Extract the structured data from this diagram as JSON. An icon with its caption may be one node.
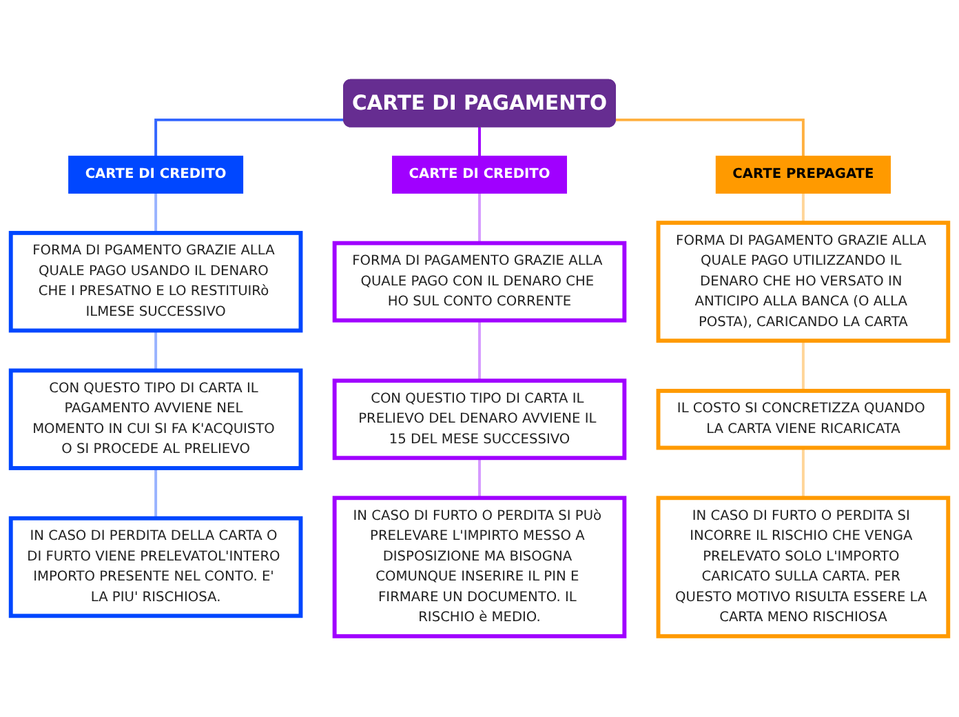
{
  "diagram": {
    "nodes": [
      {
        "text": [
          "CARTE DI PAGAMENTO"
        ]
      },
      {
        "text": [
          "CARTE DI CREDITO"
        ]
      },
      {
        "text": [
          "FORMA DI PGAMENTO GRAZIE ALLA QUALE PAGO USANDO IL DENARO CHE I PRESATNO E LO RESTITUIRò ILMESE SUCCESSIVO"
        ]
      },
      {
        "text": [
          "CON QUESTO TIPO DI CARTA IL PAGAMENTO AVVIENE NEL MOMENTO IN CUI SI FA K'ACQUISTO O SI PROCEDE AL PRELIEVO"
        ]
      },
      {
        "text": [
          "IN CASO DI PERDITA DELLA CARTA O DI FURTO VIENE PRELEVATOL'INTERO IMPORTO PRESENTE NEL CONTO. E' LA PIU' RISCHIOSA."
        ]
      },
      {
        "text": [
          "CARTE DI CREDITO"
        ]
      },
      {
        "text": [
          "FORMA DI PAGAMENTO GRAZIE ALLA QUALE PAGO CON IL DENARO CHE HO SUL CONTO CORRENTE"
        ]
      },
      {
        "text": [
          "CON QUESTIO TIPO DI CARTA IL PRELIEVO DEL DENARO AVVIENE IL 15 DEL MESE SUCCESSIVO"
        ]
      },
      {
        "text": [
          "IN CASO DI FURTO O PERDITA SI PUò PRELEVARE L'IMPIRTO MESSO A DISPOSIZIONE MA BISOGNA COMUNQUE INSERIRE IL PIN E FIRMARE UN DOCUMENTO. IL RISCHIO è MEDIO."
        ]
      },
      {
        "text": [
          "CARTE PREPAGATE"
        ]
      },
      {
        "text": [
          "FORMA DI PAGAMENTO GRAZIE ALLA QUALE PAGO UTILIZZANDO IL DENARO CHE HO VERSATO IN ANTICIPO ALLA BANCA (O ALLA POSTA), CARICANDO LA CARTA"
        ]
      },
      {
        "text": [
          "IL COSTO SI CONCRETIZZA QUANDO LA CARTA VIENE RICARICATA"
        ]
      },
      {
        "text": [
          "IN CASO DI FURTO O PERDITA SI INCORRE IL RISCHIO CHE VENGA PRELEVATO SOLO L'IMPORTO CARICATO SULLA CARTA. PER QUESTO MOTIVO RISULTA ESSERE LA CARTA MENO RISCHIOSA"
        ]
      }
    ],
    "edges": [
      {
        "from": 0,
        "to": 1,
        "arrow": "none",
        "color": "#3366ff"
      },
      {
        "from": 1,
        "to": 2,
        "arrow": "none",
        "color": "#99b3ff"
      },
      {
        "from": 2,
        "to": 3,
        "arrow": "none",
        "color": "#99b3ff"
      },
      {
        "from": 3,
        "to": 4,
        "arrow": "none",
        "color": "#99b3ff"
      },
      {
        "from": 0,
        "to": 5,
        "arrow": "none",
        "color": "#a000ff"
      },
      {
        "from": 5,
        "to": 6,
        "arrow": "none",
        "color": "#d699ff"
      },
      {
        "from": 6,
        "to": 7,
        "arrow": "none",
        "color": "#d699ff"
      },
      {
        "from": 7,
        "to": 8,
        "arrow": "none",
        "color": "#d699ff"
      },
      {
        "from": 0,
        "to": 9,
        "arrow": "none",
        "color": "#ffb040"
      },
      {
        "from": 9,
        "to": 10,
        "arrow": "none",
        "color": "#ffd599"
      },
      {
        "from": 10,
        "to": 11,
        "arrow": "none",
        "color": "#ffd599"
      },
      {
        "from": 11,
        "to": 12,
        "arrow": "none",
        "color": "#ffd599"
      }
    ]
  }
}
